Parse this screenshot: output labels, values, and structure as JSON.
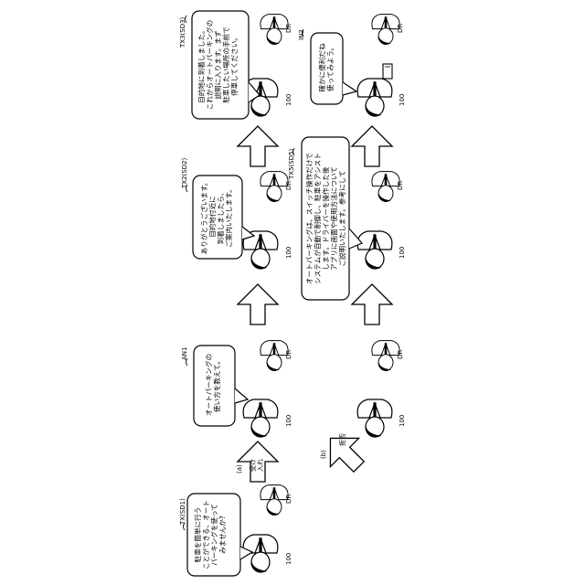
{
  "labels": {
    "panel_a": "(a)",
    "panel_b": "(b)",
    "accept": [
      "受け",
      "入れ"
    ],
    "reject": "拒否",
    "robot": "100",
    "driver": "DR",
    "device": "IN2"
  },
  "refs": {
    "sd1": "TX(SD1)",
    "an1": "AN1",
    "sd2": "TX2(SD2)",
    "sd3": "TX3(SD3)",
    "sd5": "TX5(SD5)",
    "in2": "IN2"
  },
  "bubbles": {
    "sd1": [
      "駐車を簡単に行う",
      "ことができる、オート",
      "パーキングを使って",
      "みませんか?"
    ],
    "an1": [
      "オートパーキングの",
      "使い方を教えて。"
    ],
    "sd2": [
      "ありがとうございます。",
      "目的地付近に",
      "到着しましたら、",
      "ご案内いたします。"
    ],
    "sd3": [
      "目的地に到着しました。",
      "これからオートパーキングの",
      "説明に入ります。まず",
      "駐車したい場所の手前で",
      "停車してください。"
    ],
    "sd5": [
      "オートパーキングは、スイッチ操作だけで",
      "システムが自動で制御し、駐車をアシスト",
      "します。ドライバーを操作した後",
      "アプリに画面や使用方法について",
      "ご説明いたします。参考にして",
      "ください。"
    ],
    "in2": [
      "確かに便利だね",
      "使ってみよう。"
    ]
  }
}
